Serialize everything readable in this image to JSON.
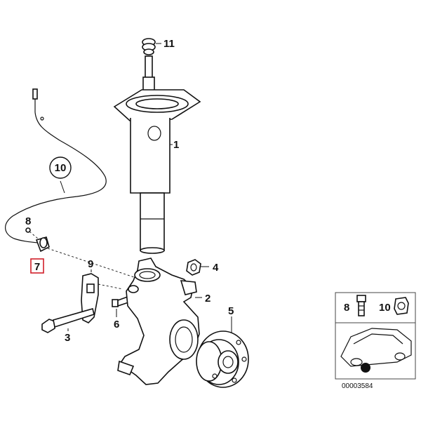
{
  "callouts": {
    "c1": "1",
    "c2": "2",
    "c3": "3",
    "c4": "4",
    "c5": "5",
    "c6": "6",
    "c7": "7",
    "c8": "8",
    "c9": "9",
    "c10": "10",
    "c11": "11"
  },
  "inset": {
    "label_8": "8",
    "label_10": "10",
    "diagram_number": "00003584"
  },
  "colors": {
    "highlight": "#d0202a",
    "ink": "#111111",
    "inset_border": "#444444"
  }
}
